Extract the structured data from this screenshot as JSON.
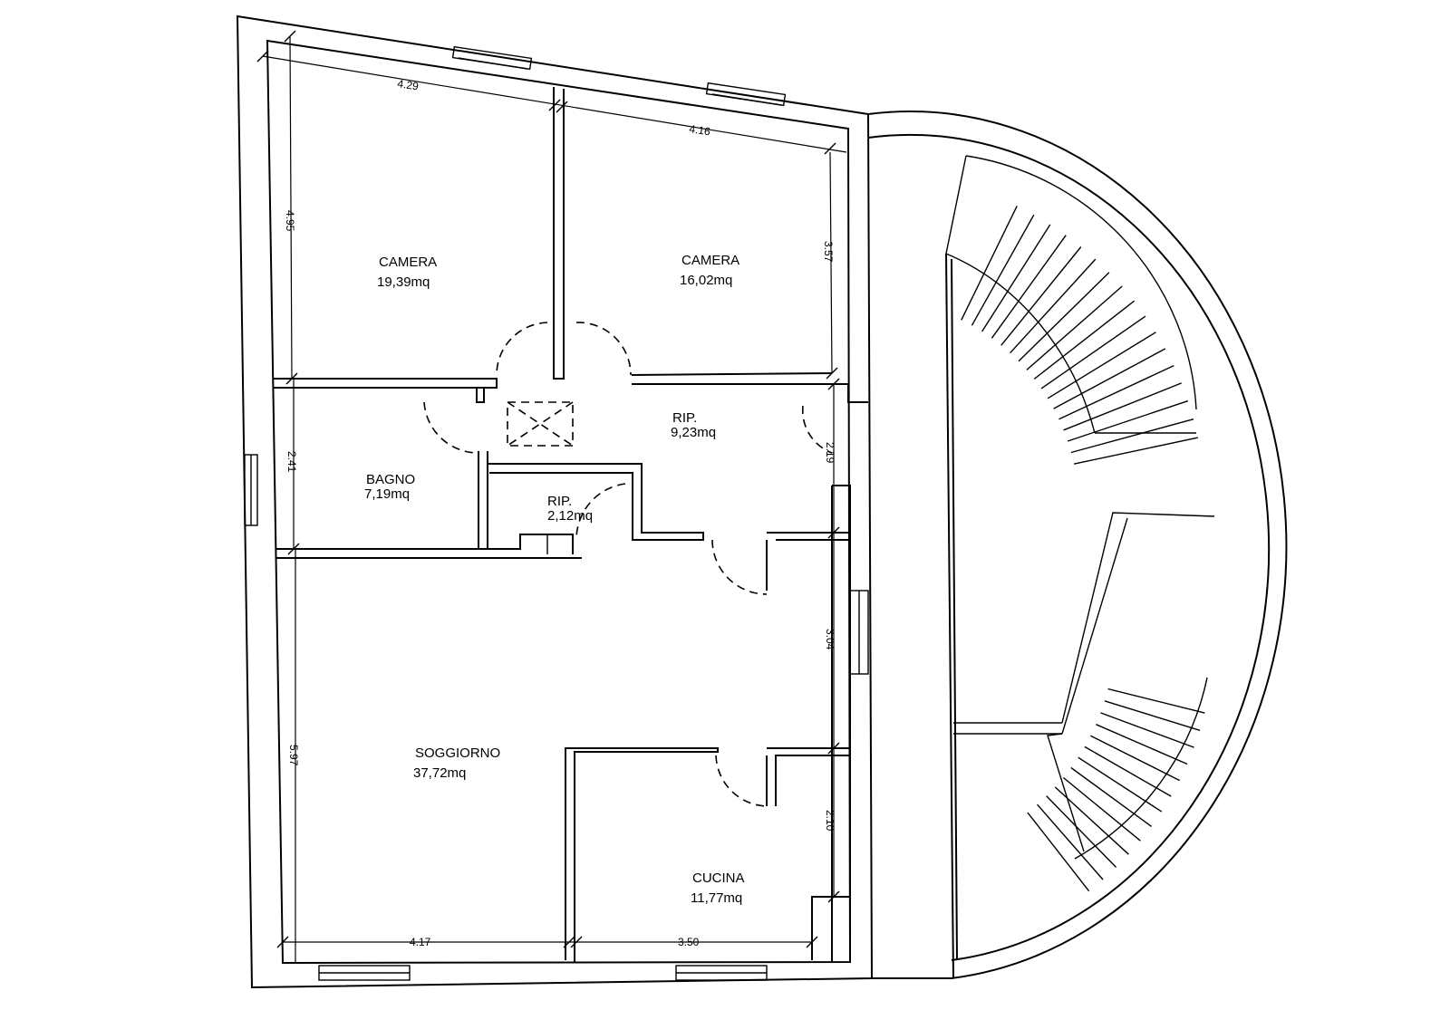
{
  "rooms": [
    {
      "id": "camera-1",
      "name": "CAMERA",
      "area": "19,39mq"
    },
    {
      "id": "camera-2",
      "name": "CAMERA",
      "area": "16,02mq"
    },
    {
      "id": "ripostiglio-1",
      "name": "RIP.",
      "area": "9,23mq"
    },
    {
      "id": "bagno",
      "name": "BAGNO",
      "area": "7,19mq"
    },
    {
      "id": "ripostiglio-2",
      "name": "RIP.",
      "area": "2,12mq"
    },
    {
      "id": "soggiorno",
      "name": "SOGGIORNO",
      "area": "37,72mq"
    },
    {
      "id": "cucina",
      "name": "CUCINA",
      "area": "11,77mq"
    }
  ],
  "dimensions": {
    "camera1_width": "4.29",
    "camera2_width": "4.16",
    "camera1_depth": "4.95",
    "camera2_depth": "3.57",
    "bagno_depth": "2.41",
    "rip_depth": "2.19",
    "soggiorno_depth": "5.97",
    "living_right_depth": "3.04",
    "cucina_depth": "2.10",
    "soggiorno_width": "4.17",
    "cucina_width": "3.50"
  }
}
